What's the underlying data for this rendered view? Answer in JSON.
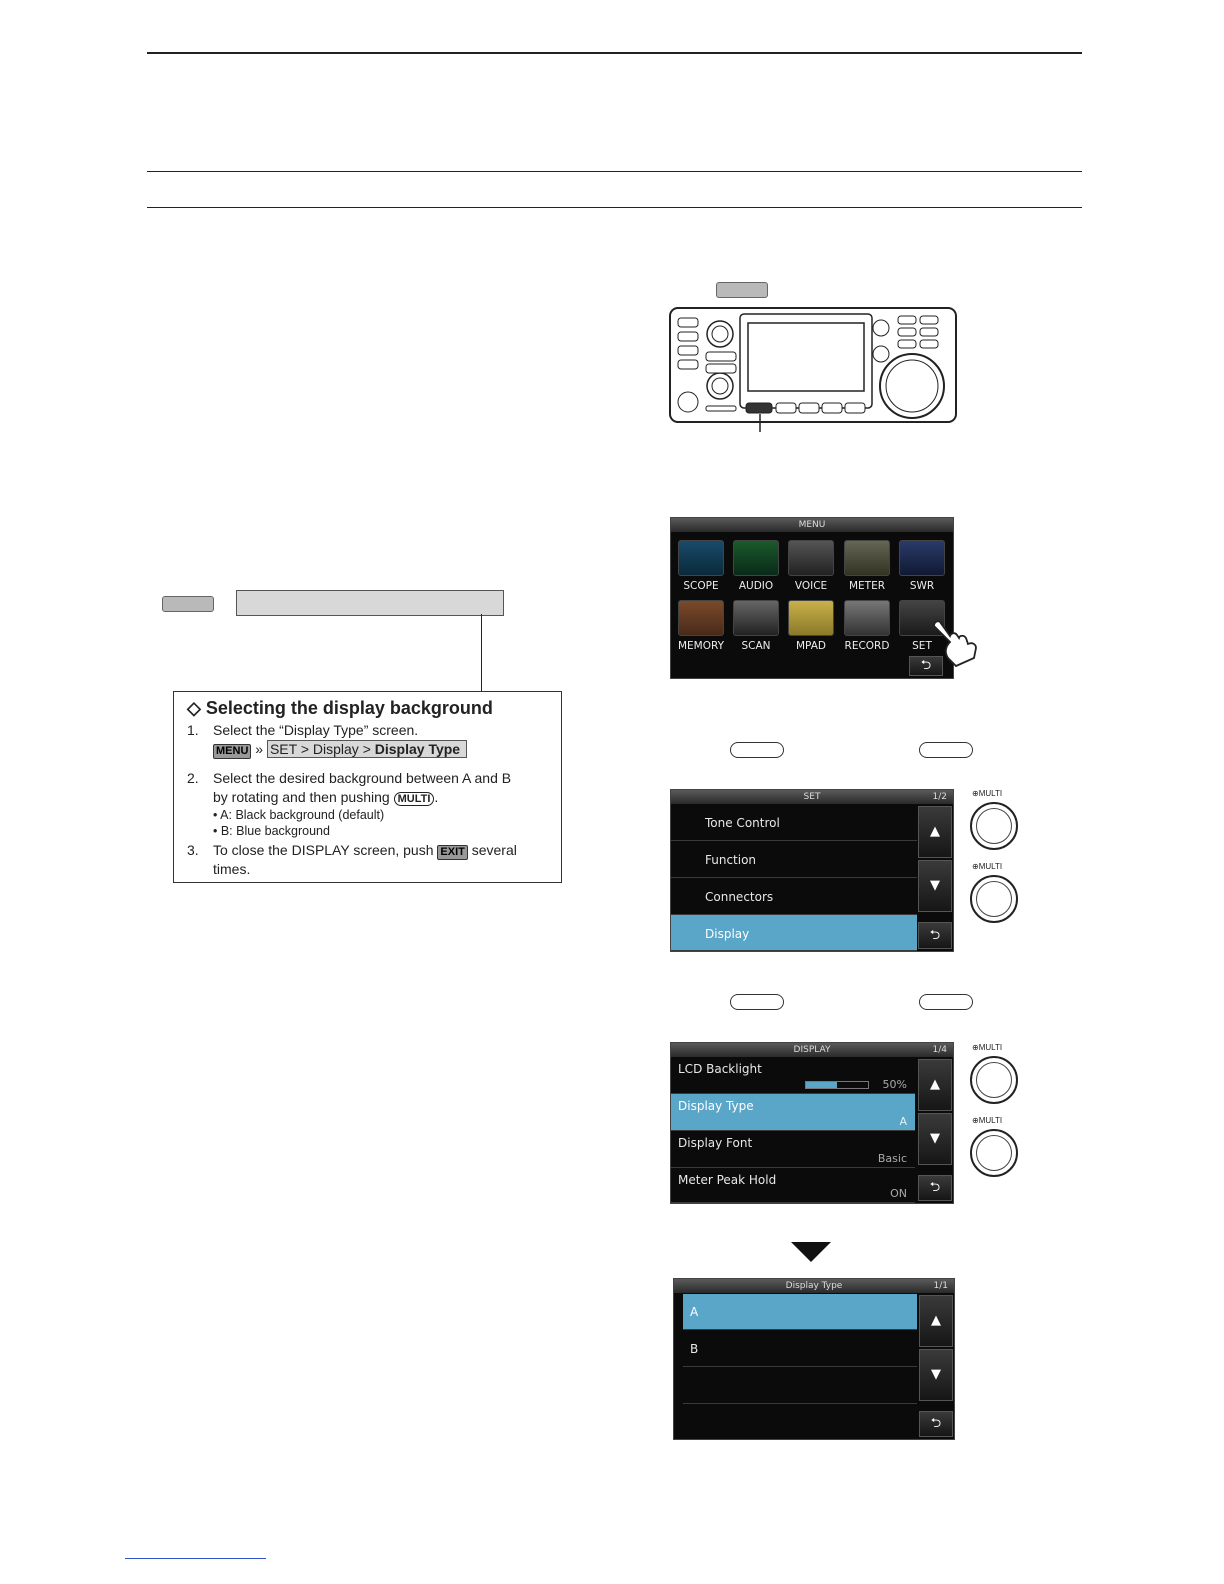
{
  "callout": {
    "heading": "◇ Selecting the display background",
    "step1_num": "1.",
    "step1_text": "Select the “Display Type” screen.",
    "menu_key": "MENU",
    "path_sep": "»",
    "path_plain": "SET > Display >",
    "path_bold": "Display Type",
    "step2_num": "2.",
    "step2_text": "Select the desired background between A and B",
    "step2_text2_pre": "by rotating and then pushing",
    "multi_key": "MULTI",
    "step2_text2_post": ".",
    "bullet_a": "• A: Black background (default)",
    "bullet_b": "• B: Blue background",
    "step3_num": "3.",
    "step3_pre": "To close the DISPLAY screen, push",
    "exit_key": "EXIT",
    "step3_post": "several",
    "step3_line2": "times."
  },
  "menu_screen": {
    "title": "MENU",
    "tiles": [
      "SCOPE",
      "AUDIO",
      "VOICE",
      "METER",
      "SWR",
      "MEMORY",
      "SCAN",
      "MPAD",
      "RECORD",
      "SET"
    ],
    "back": "⮌"
  },
  "set_screen": {
    "title": "SET",
    "page": "1/2",
    "items": [
      "Tone Control",
      "Function",
      "Connectors",
      "Display"
    ],
    "up": "▲",
    "down": "▼",
    "back": "⮌"
  },
  "display_screen": {
    "title": "DISPLAY",
    "page": "1/4",
    "items": [
      {
        "label": "LCD Backlight",
        "value": "50%"
      },
      {
        "label": "Display Type",
        "value": "A"
      },
      {
        "label": "Display Font",
        "value": "Basic"
      },
      {
        "label": "Meter Peak Hold",
        "value": "ON"
      }
    ],
    "backlight_level": 0.5,
    "up": "▲",
    "down": "▼",
    "back": "⮌"
  },
  "type_screen": {
    "title": "Display Type",
    "page": "1/1",
    "items": [
      "A",
      "B"
    ],
    "up": "▲",
    "down": "▼",
    "back": "⮌"
  },
  "knob_label": "⊕MULTI",
  "colors": {
    "selected_row": "#5aa6c9",
    "lcd_bg": "#0b0b0b",
    "key_gray": "#b9b9b9"
  }
}
